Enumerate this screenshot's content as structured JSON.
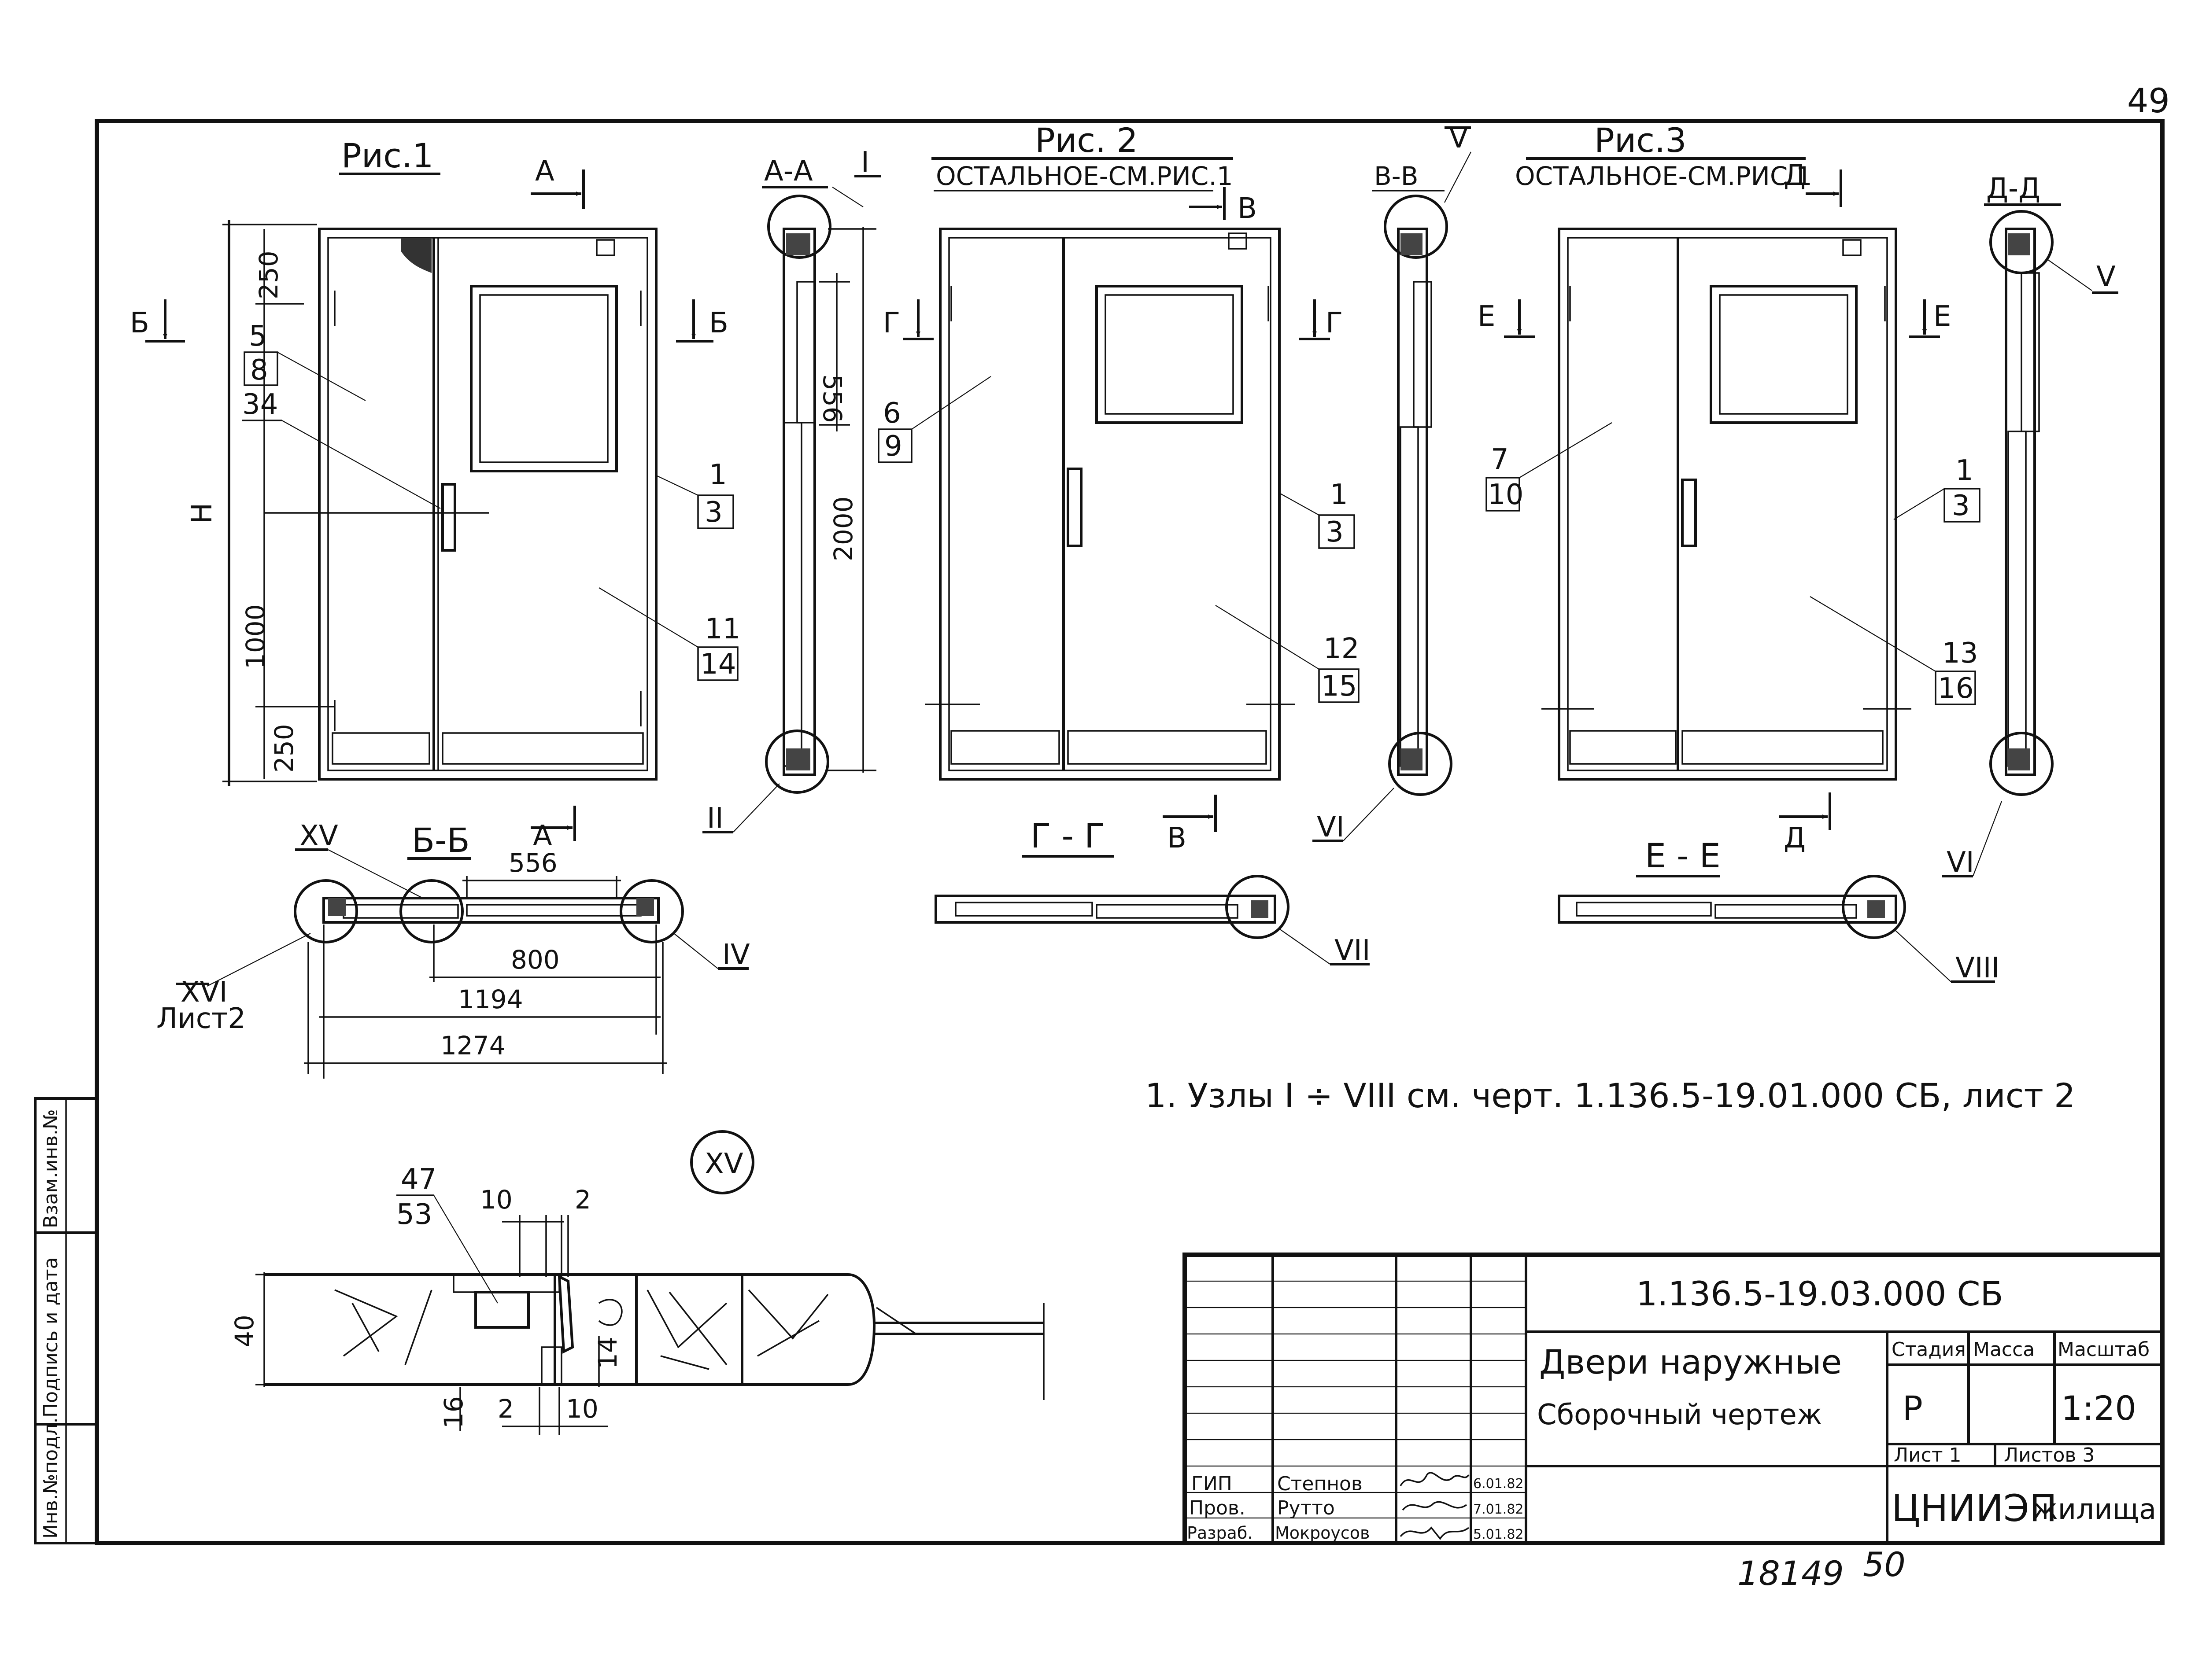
{
  "page_number": "49",
  "fig1": {
    "title": "Рис.1",
    "dims": {
      "top": "250",
      "bottom": "250",
      "handle": "1000",
      "height": "Н"
    },
    "callouts": {
      "c1": {
        "top": "5",
        "bot": "8"
      },
      "c2": {
        "top": "34"
      },
      "c3": {
        "top": "1",
        "bot": "3"
      },
      "c4": {
        "top": "11",
        "bot": "14"
      }
    },
    "section_marks": {
      "a": "А",
      "b": "Б"
    }
  },
  "section_aa": {
    "title": "А-А",
    "node_top": "I",
    "node_bottom": "II",
    "dim_top": "556",
    "dim_main": "2000"
  },
  "fig2": {
    "title": "Рис. 2",
    "subtitle": "ОСТАЛЬНОЕ-СМ.РИС.1",
    "callouts": {
      "c1": {
        "top": "6",
        "bot": "9"
      },
      "c2": {
        "top": "1",
        "bot": "3"
      },
      "c3": {
        "top": "12",
        "bot": "15"
      }
    },
    "section_marks": {
      "v": "В",
      "g": "Г"
    }
  },
  "section_vv": {
    "title": "В-В",
    "node_top": "V",
    "node_bottom": "VI"
  },
  "fig3": {
    "title": "Рис.3",
    "subtitle": "ОСТАЛЬНОЕ-СМ.РИС 1",
    "callouts": {
      "c1": {
        "top": "7",
        "bot": "10"
      },
      "c2": {
        "top": "1",
        "bot": "3"
      },
      "c3": {
        "top": "13",
        "bot": "16"
      }
    },
    "section_marks": {
      "d": "Д",
      "e": "Е"
    }
  },
  "section_dd": {
    "title": "Д-Д",
    "node_top": "V",
    "node_bottom": "VI"
  },
  "section_bb": {
    "title": "Б-Б",
    "node_left": "XV",
    "node_right": "IV",
    "ref_node": "XVI",
    "ref_sheet": "Лист2",
    "dims": {
      "d556": "556",
      "d800": "800",
      "d1194": "1194",
      "d1274": "1274"
    }
  },
  "section_gg": {
    "title": "Г - Г",
    "node": "VII"
  },
  "section_ee": {
    "title": "Е - Е",
    "node": "VIII"
  },
  "note": "1. Узлы I ÷ VIII см. черт. 1.136.5-19.01.000 СБ, лист 2",
  "detail_xv": {
    "label": "XV",
    "callout": {
      "top": "47",
      "bot": "53"
    },
    "dims": {
      "d10a": "10",
      "d2a": "2",
      "d40": "40",
      "d14": "14",
      "d16": "16",
      "d2b": "2",
      "d10b": "10"
    }
  },
  "side_stamp": {
    "inv_no": "Инв.№подл.",
    "sign_date": "Подпись и дата",
    "replace_inv": "Взам.инв.№"
  },
  "title_block": {
    "doc_number": "1.136.5-19.03.000 СБ",
    "name_line1": "Двери наружные",
    "name_line2": "Сборочный чертеж",
    "headers": {
      "stage": "Стадия",
      "mass": "Масса",
      "scale": "Масштаб"
    },
    "stage_value": "Р",
    "scale_value": "1:20",
    "sheet": "Лист 1",
    "sheets": "Листов 3",
    "org": "ЦНИИЭП",
    "org_suffix": "жилища",
    "people": [
      {
        "role": "ГИП",
        "name": "Степнов",
        "date": "6.01.82"
      },
      {
        "role": "Пров.",
        "name": "Рутто",
        "date": "7.01.82"
      },
      {
        "role": "Разраб.",
        "name": "Мокроусов",
        "date": "5.01.82"
      }
    ]
  },
  "footer": {
    "code": "18149",
    "page": "50"
  }
}
